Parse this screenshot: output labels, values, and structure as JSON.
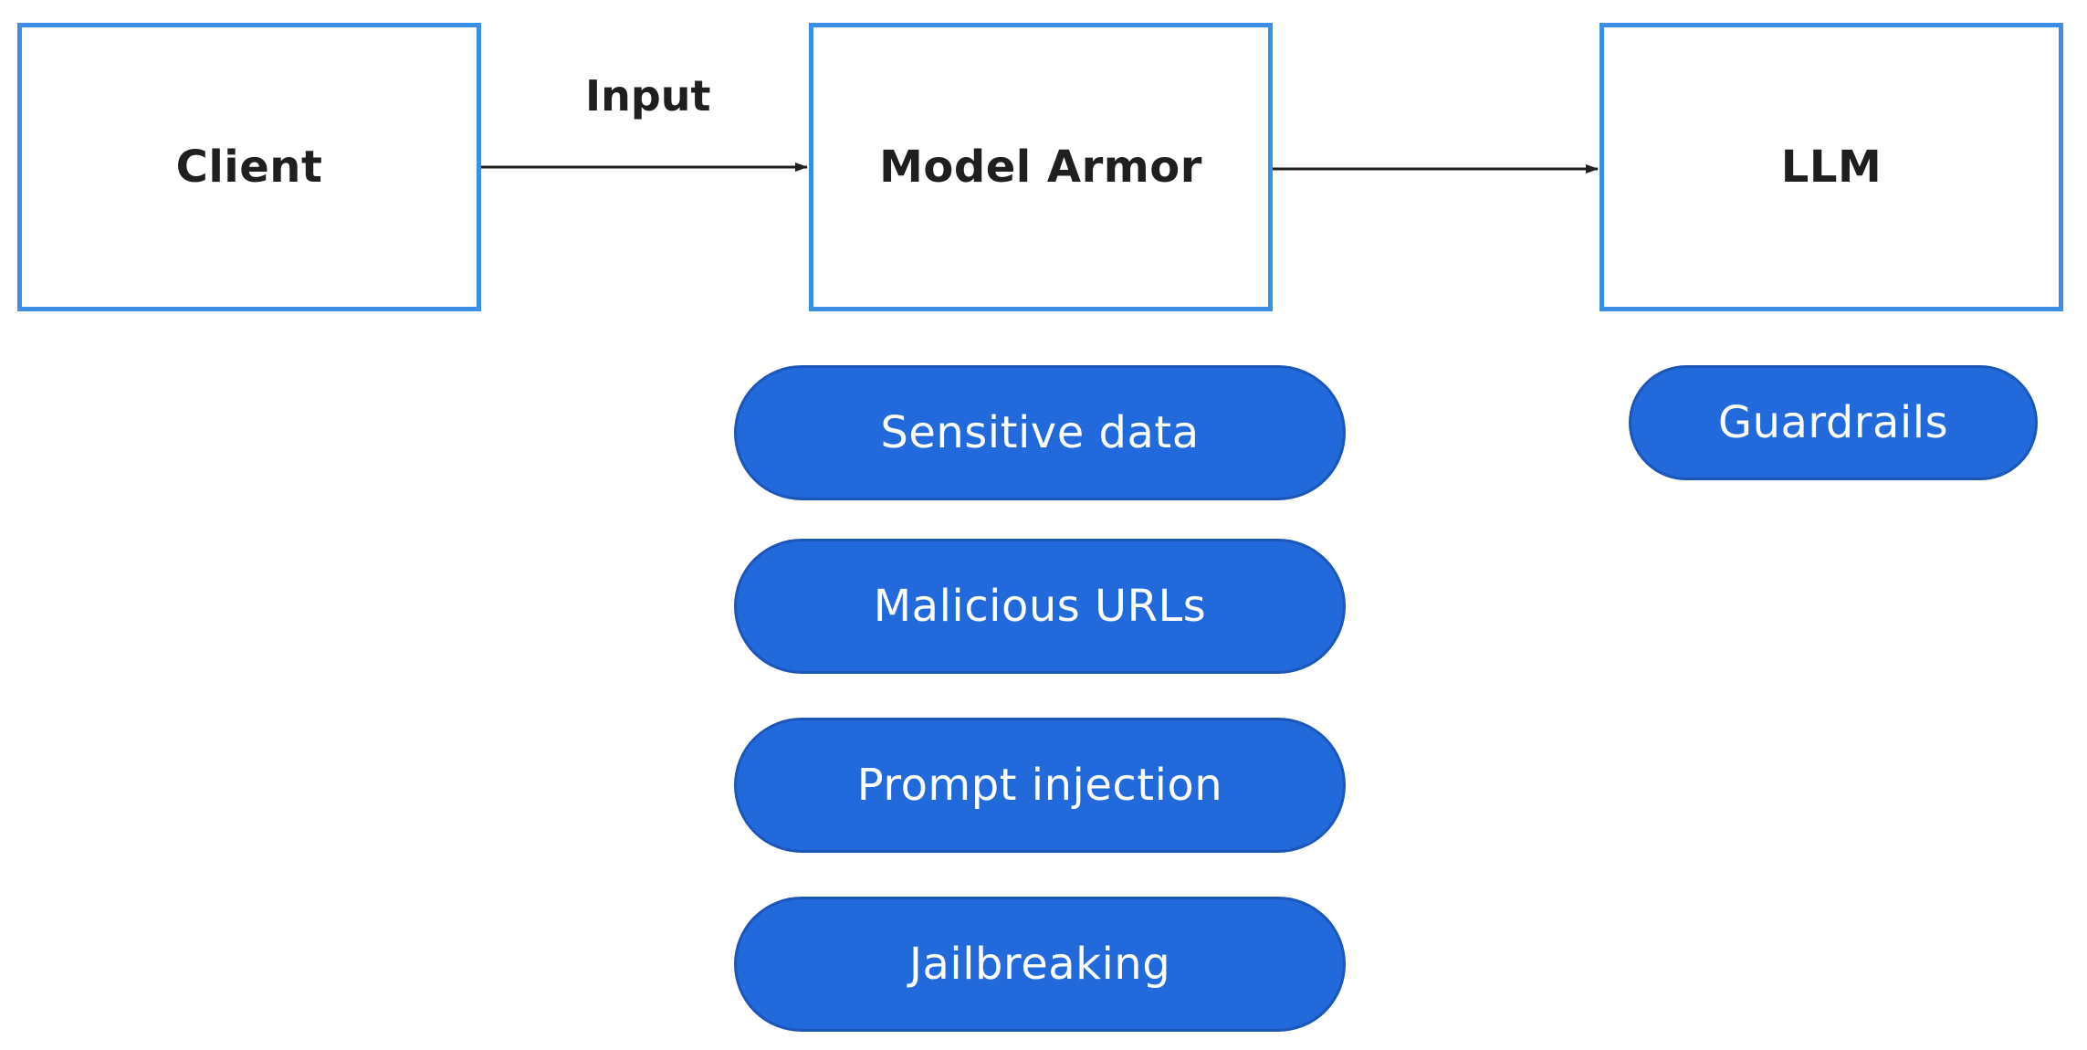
{
  "nodes": {
    "client": "Client",
    "model_armor": "Model Armor",
    "llm": "LLM"
  },
  "edges": {
    "client_to_armor_label": "Input"
  },
  "model_armor_filters": [
    "Sensitive data",
    "Malicious URLs",
    "Prompt injection",
    "Jailbreaking"
  ],
  "llm_filters": [
    "Guardrails"
  ],
  "colors": {
    "box_border": "#3b8fe6",
    "pill_fill": "#2269db",
    "text": "#1f1f1f",
    "arrow": "#1f1f1f"
  }
}
